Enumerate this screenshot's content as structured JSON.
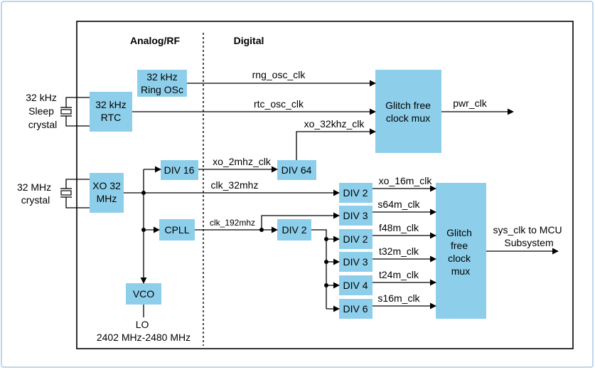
{
  "headers": {
    "analog": "Analog/RF",
    "digital": "Digital"
  },
  "crystals": {
    "k32": [
      "32 kHz",
      "Sleep",
      "crystal"
    ],
    "m32": [
      "32 MHz",
      "crystal"
    ]
  },
  "blocks": {
    "rtc": [
      "32 kHz",
      "RTC"
    ],
    "ring": [
      "32 kHz",
      "Ring OSc"
    ],
    "xo": [
      "XO 32",
      "MHz"
    ],
    "div16": "DIV 16",
    "div64": "DIV 64",
    "cpll": "CPLL",
    "vco": "VCO",
    "div2_main": "DIV 2",
    "div2_a": "DIV 2",
    "div3_a": "DIV 3",
    "div2_b": "DIV 2",
    "div3_b": "DIV 3",
    "div4": "DIV 4",
    "div6": "DIV 6",
    "mux1": [
      "Glitch free",
      "clock mux"
    ],
    "mux2": [
      "Glitch",
      "free",
      "clock",
      "mux"
    ]
  },
  "signals": {
    "rng_osc": "rng_osc_clk",
    "rtc_osc": "rtc_osc_clk",
    "xo32khz": "xo_32khz_clk",
    "pwr": "pwr_clk",
    "xo2mhz": "xo_2mhz_clk",
    "clk32": "clk_32mhz",
    "clk192": "clk_192mhz",
    "xo16m": "xo_16m_clk",
    "s64m": "s64m_clk",
    "f48m": "f48m_clk",
    "t32m": "t32m_clk",
    "t24m": "t24m_clk",
    "s16m": "s16m_clk",
    "sys": [
      "sys_clk to MCU",
      "Subsystem"
    ],
    "lo": [
      "LO",
      "2402 MHz-2480 MHz"
    ]
  }
}
